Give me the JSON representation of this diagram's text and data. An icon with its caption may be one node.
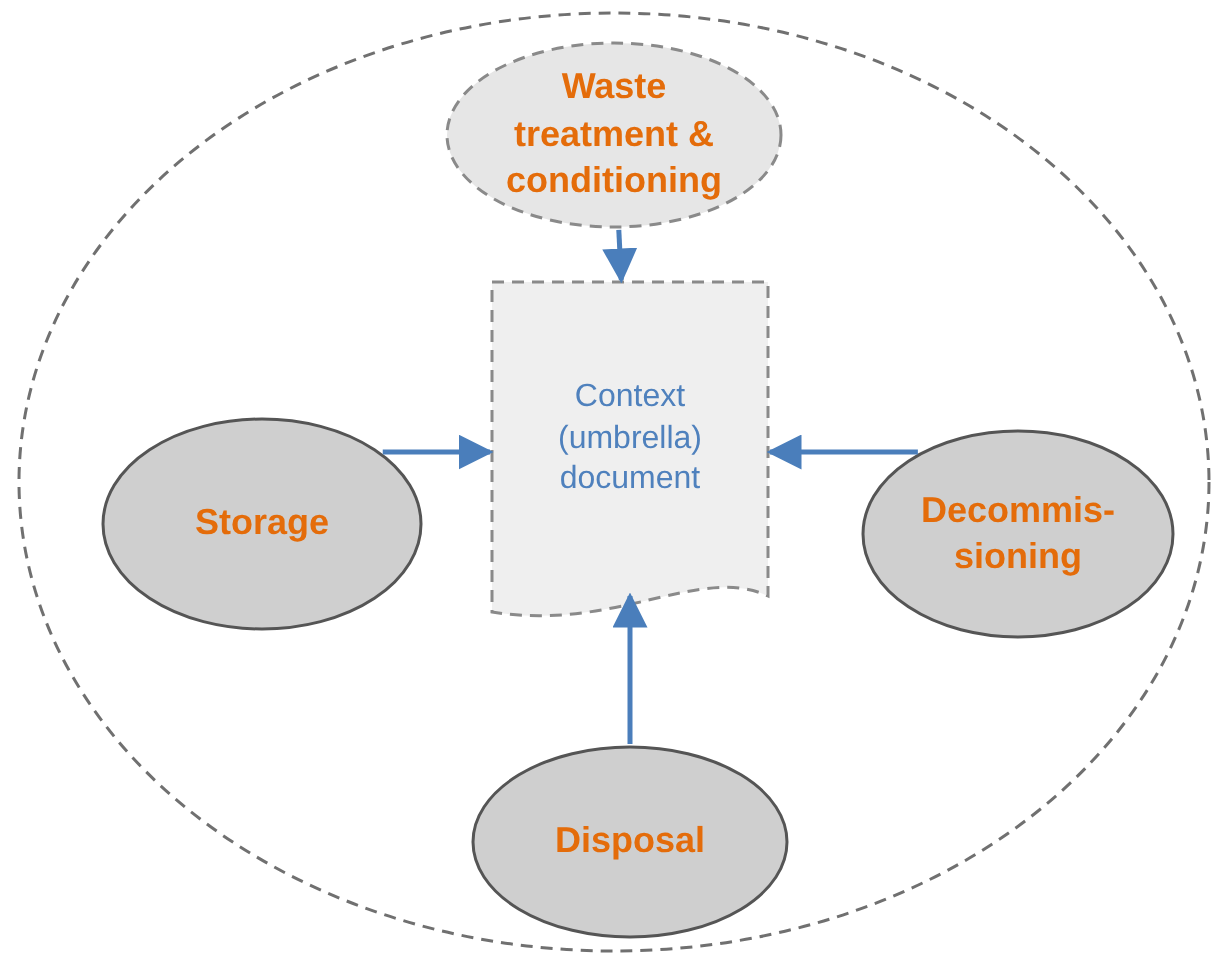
{
  "diagram": {
    "nodes": [
      {
        "text": [],
        "shape": "ellipse"
      },
      {
        "text": [
          "Waste treatment & conditioning"
        ],
        "in": 0
      },
      {
        "text": [
          "Context (umbrella) document"
        ],
        "in": 0
      },
      {
        "text": [
          "Storage"
        ],
        "in": 0
      },
      {
        "text": [
          "Decommis- sioning"
        ],
        "in": 0
      },
      {
        "text": [
          "Disposal"
        ],
        "in": 0
      }
    ],
    "edges": [
      {
        "from": 1,
        "to": 2,
        "arrow": "to"
      },
      {
        "from": 3,
        "to": 2,
        "arrow": "to"
      },
      {
        "from": 4,
        "to": 2,
        "arrow": "to"
      },
      {
        "from": 5,
        "to": 2,
        "arrow": "to"
      }
    ]
  }
}
